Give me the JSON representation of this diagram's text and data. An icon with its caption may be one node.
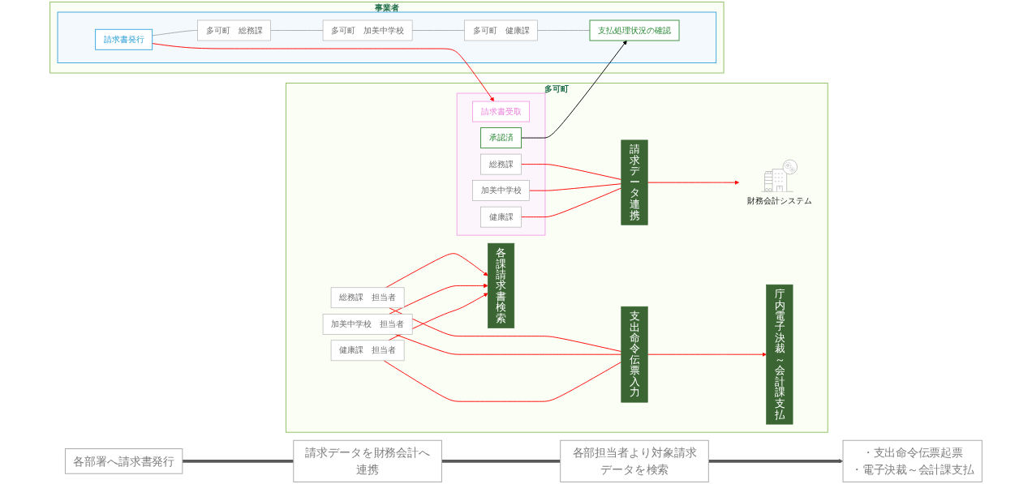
{
  "diagram": {
    "nodes": [
      {
        "text": [
          "事業者"
        ]
      },
      {
        "text": [],
        "shape": "box",
        "in": 0
      },
      {
        "text": [
          "請求書発行"
        ],
        "in": 1
      },
      {
        "text": [
          "多可町　総務課"
        ],
        "in": 1
      },
      {
        "text": [
          "多可町　加美中学校"
        ],
        "in": 1
      },
      {
        "text": [
          "多可町　健康課"
        ],
        "in": 1
      },
      {
        "text": [
          "支払処理状況の確認"
        ],
        "in": 1
      },
      {
        "text": [
          "多可町"
        ]
      },
      {
        "text": [],
        "shape": "box",
        "in": 7
      },
      {
        "text": [
          "請求書受取"
        ],
        "in": 8
      },
      {
        "text": [
          "総務課"
        ],
        "in": 8
      },
      {
        "text": [
          "加美中学校"
        ],
        "in": 8
      },
      {
        "text": [
          "健康課"
        ],
        "in": 8
      },
      {
        "text": [
          "承認済"
        ],
        "in": 8
      },
      {
        "text": [
          "請求データ連携"
        ],
        "in": 7
      },
      {
        "text": [
          "財務会計システム"
        ],
        "in": 7
      },
      {
        "text": [
          "各課請求書検索"
        ],
        "in": 7
      },
      {
        "text": [
          "総務課　担当者"
        ],
        "in": 7
      },
      {
        "text": [
          "加美中学校　担当者"
        ],
        "in": 7
      },
      {
        "text": [
          "健康課　担当者"
        ],
        "in": 7
      },
      {
        "text": [
          "支出命令伝票入力"
        ],
        "in": 7
      },
      {
        "text": [
          "庁内電子決裁～会計課支払"
        ],
        "in": 7
      },
      {
        "text": [
          "各部署へ請求書発行"
        ]
      },
      {
        "text": [
          "請求データを財務会計へ連携"
        ]
      },
      {
        "text": [
          "各部担当者より対象請求データを検索"
        ]
      },
      {
        "text": [
          "・支出命令伝票起票",
          "・電子決裁～会計課支払"
        ]
      }
    ],
    "edges": [
      {
        "from": 2,
        "to": 9,
        "arrow": "to"
      },
      {
        "from": 2,
        "to": 3,
        "arrow": "none",
        "color": "#a6a6a6"
      },
      {
        "from": 3,
        "to": 4,
        "arrow": "none",
        "color": "#a6a6a6"
      },
      {
        "from": 4,
        "to": 5,
        "arrow": "none",
        "color": "#a6a6a6"
      },
      {
        "from": 5,
        "to": 6,
        "arrow": "none",
        "color": "#a6a6a6"
      },
      {
        "from": 13,
        "to": 6,
        "arrow": "to",
        "color": "#000000"
      },
      {
        "from": 10,
        "to": 14,
        "arrow": "none"
      },
      {
        "from": 11,
        "to": 14,
        "arrow": "none"
      },
      {
        "from": 12,
        "to": 14,
        "arrow": "none"
      },
      {
        "from": 14,
        "to": 15,
        "arrow": "to"
      },
      {
        "from": 17,
        "to": 16,
        "arrow": "to"
      },
      {
        "from": 18,
        "to": 16,
        "arrow": "to"
      },
      {
        "from": 19,
        "to": 16,
        "arrow": "to"
      },
      {
        "from": 17,
        "to": 20,
        "arrow": "none"
      },
      {
        "from": 18,
        "to": 20,
        "arrow": "none"
      },
      {
        "from": 19,
        "to": 20,
        "arrow": "none"
      },
      {
        "from": 20,
        "to": 21,
        "arrow": "to"
      },
      {
        "from": 22,
        "to": 23,
        "arrow": "none",
        "style": "thick",
        "color": "#595959"
      },
      {
        "from": 23,
        "to": 24,
        "arrow": "none",
        "style": "thick",
        "color": "#595959"
      },
      {
        "from": 24,
        "to": 25,
        "arrow": "to",
        "style": "thick",
        "color": "#595959"
      }
    ]
  }
}
